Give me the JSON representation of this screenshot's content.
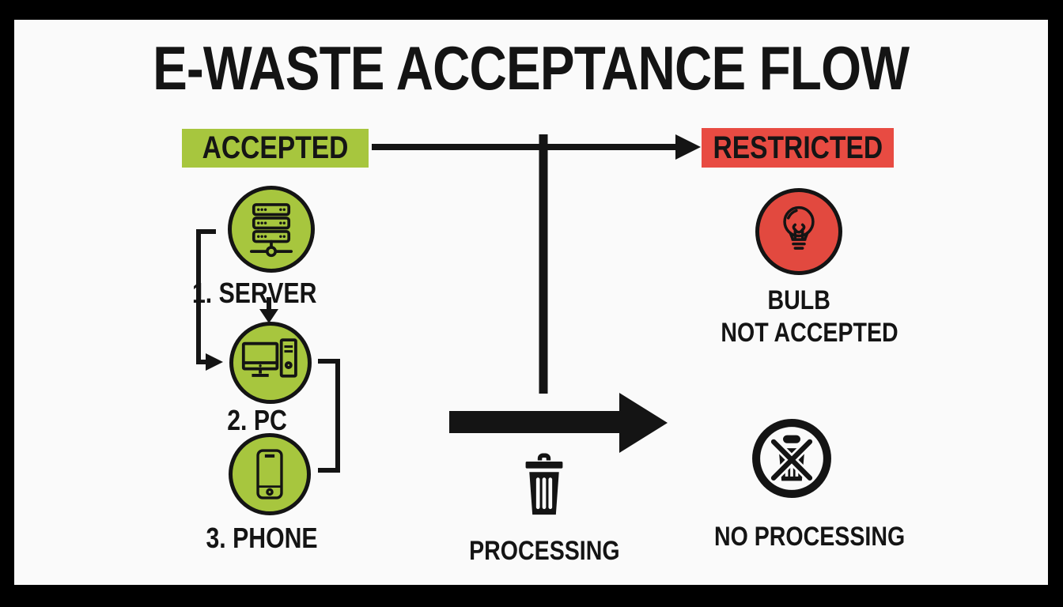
{
  "title": "E-WASTE ACCEPTANCE FLOW",
  "colors": {
    "accepted_green": "#a7c63e",
    "restricted_red": "#e84b42",
    "line_black": "#141414",
    "board_background": "#fafafa",
    "frame": "#000000"
  },
  "accepted": {
    "label": "ACCEPTED",
    "items": [
      {
        "label": "1. SERVER",
        "icon": "server-icon"
      },
      {
        "label": "2. PC",
        "icon": "desktop-pc-icon"
      },
      {
        "label": "3. PHONE",
        "icon": "smartphone-icon"
      }
    ]
  },
  "restricted": {
    "label": "RESTRICTED",
    "bulb_item": {
      "line1": "BULB",
      "line2": "NOT ACCEPTED",
      "icon": "lightbulb-icon"
    },
    "no_processing": {
      "label": "NO PROCESSING",
      "icon": "no-trash-icon"
    }
  },
  "processing": {
    "label": "PROCESSING",
    "icon": "trash-icon"
  }
}
